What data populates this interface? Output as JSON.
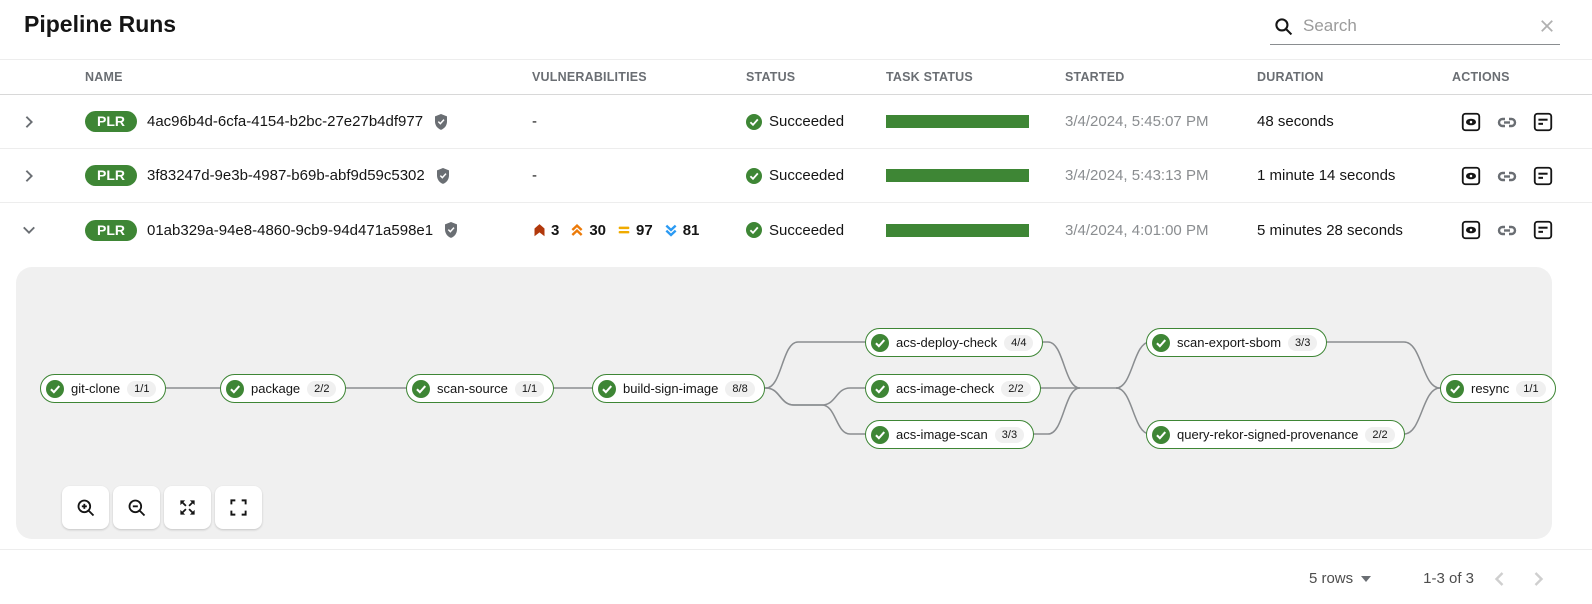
{
  "page": {
    "title": "Pipeline Runs"
  },
  "search": {
    "placeholder": "Search"
  },
  "colors": {
    "success_green": "#3e8635",
    "critical": "#b1380b",
    "important": "#ec7a08",
    "moderate": "#f0ab00",
    "low": "#2b9af3",
    "graph_panel_bg": "#f0f0f0",
    "edge_gray": "#8a8d90"
  },
  "icons": {
    "search": "magnifier",
    "clear": "x-cross",
    "expander_collapsed": "chevron-right",
    "expander_expanded": "chevron-down",
    "signed_badge": "shield-check",
    "status_success": "check-circle",
    "actions": [
      "eye-in-square",
      "chain-link",
      "document-lines"
    ],
    "graph_controls": [
      "zoom-in",
      "zoom-out",
      "expand-arrows",
      "fullscreen-brackets"
    ]
  },
  "table": {
    "columns": [
      "NAME",
      "VULNERABILITIES",
      "STATUS",
      "TASK STATUS",
      "STARTED",
      "DURATION",
      "ACTIONS"
    ],
    "rows": [
      {
        "badge": "PLR",
        "name": "4ac96b4d-6cfa-4154-b2bc-27e27b4df977",
        "signed": true,
        "expanded": false,
        "vulnerabilities_text": "-",
        "status": "Succeeded",
        "task_status_percent": 100,
        "started": "3/4/2024, 5:45:07 PM",
        "duration": "48 seconds"
      },
      {
        "badge": "PLR",
        "name": "3f83247d-9e3b-4987-b69b-abf9d59c5302",
        "signed": true,
        "expanded": false,
        "vulnerabilities_text": "-",
        "status": "Succeeded",
        "task_status_percent": 100,
        "started": "3/4/2024, 5:43:13 PM",
        "duration": "1 minute 14 seconds"
      },
      {
        "badge": "PLR",
        "name": "01ab329a-94e8-4860-9cb9-94d471a598e1",
        "signed": true,
        "expanded": true,
        "vulnerabilities": {
          "critical": 3,
          "important": 30,
          "moderate": 97,
          "low": 81
        },
        "status": "Succeeded",
        "task_status_percent": 100,
        "started": "3/4/2024, 4:01:00 PM",
        "duration": "5 minutes 28 seconds"
      }
    ]
  },
  "pipeline_graph": {
    "nodes": [
      {
        "label": "git-clone",
        "count": "1/1",
        "status": "success"
      },
      {
        "label": "package",
        "count": "2/2",
        "status": "success"
      },
      {
        "label": "scan-source",
        "count": "1/1",
        "status": "success"
      },
      {
        "label": "build-sign-image",
        "count": "8/8",
        "status": "success"
      },
      {
        "label": "acs-deploy-check",
        "count": "4/4",
        "status": "success"
      },
      {
        "label": "acs-image-check",
        "count": "2/2",
        "status": "success"
      },
      {
        "label": "acs-image-scan",
        "count": "3/3",
        "status": "success"
      },
      {
        "label": "scan-export-sbom",
        "count": "3/3",
        "status": "success"
      },
      {
        "label": "query-rekor-signed-provenance",
        "count": "2/2",
        "status": "success"
      },
      {
        "label": "resync",
        "count": "1/1",
        "status": "success"
      }
    ],
    "edges": [
      [
        "git-clone",
        "package"
      ],
      [
        "package",
        "scan-source"
      ],
      [
        "scan-source",
        "build-sign-image"
      ],
      [
        "build-sign-image",
        "acs-deploy-check"
      ],
      [
        "build-sign-image",
        "acs-image-check"
      ],
      [
        "build-sign-image",
        "acs-image-scan"
      ],
      [
        "acs-deploy-check",
        "scan-export-sbom"
      ],
      [
        "acs-image-check",
        "scan-export-sbom"
      ],
      [
        "acs-image-scan",
        "scan-export-sbom"
      ],
      [
        "acs-deploy-check",
        "query-rekor-signed-provenance"
      ],
      [
        "acs-image-check",
        "query-rekor-signed-provenance"
      ],
      [
        "acs-image-scan",
        "query-rekor-signed-provenance"
      ],
      [
        "scan-export-sbom",
        "resync"
      ],
      [
        "query-rekor-signed-provenance",
        "resync"
      ]
    ]
  },
  "footer": {
    "rows_per_page": "5 rows",
    "range": "1-3 of 3"
  }
}
